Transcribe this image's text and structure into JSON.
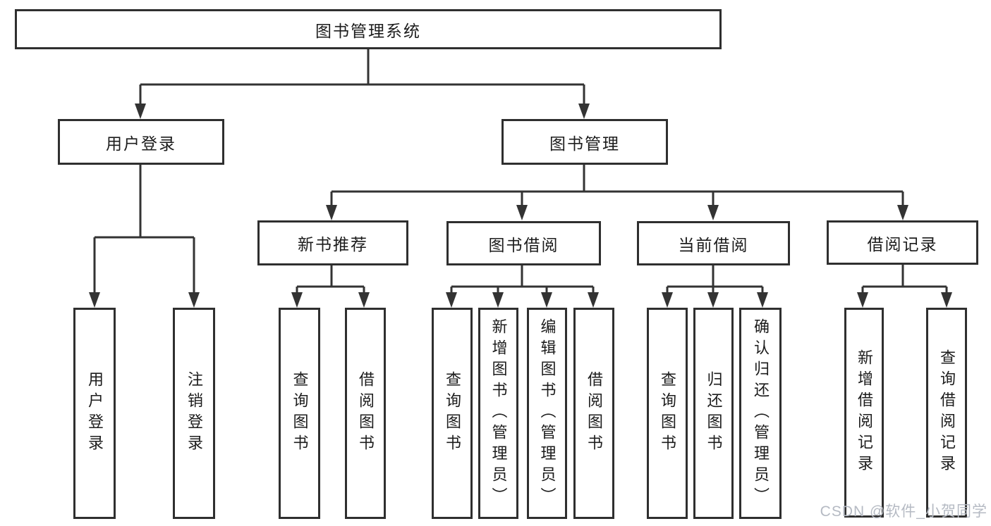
{
  "tree": {
    "label": "图书管理系统",
    "children": [
      {
        "label": "用户登录",
        "children": [
          {
            "label": "用户登录"
          },
          {
            "label": "注销登录"
          }
        ]
      },
      {
        "label": "图书管理",
        "children": [
          {
            "label": "新书推荐",
            "children": [
              {
                "label": "查询图书"
              },
              {
                "label": "借阅图书"
              }
            ]
          },
          {
            "label": "图书借阅",
            "children": [
              {
                "label": "查询图书"
              },
              {
                "label": "新增图书（管理员）"
              },
              {
                "label": "编辑图书（管理员）"
              },
              {
                "label": "借阅图书"
              }
            ]
          },
          {
            "label": "当前借阅",
            "children": [
              {
                "label": "查询图书"
              },
              {
                "label": "归还图书"
              },
              {
                "label": "确认归还（管理员）"
              }
            ]
          },
          {
            "label": "借阅记录",
            "children": [
              {
                "label": "新增借阅记录"
              },
              {
                "label": "查询借阅记录"
              }
            ]
          }
        ]
      }
    ]
  },
  "watermark": {
    "text": "CSDN @软件_小贺同学"
  },
  "colors": {
    "line": "#333333",
    "border": "#2f2f2f",
    "text": "#1c1c1c",
    "watermark": "#b5bac3",
    "background": "#ffffff"
  }
}
